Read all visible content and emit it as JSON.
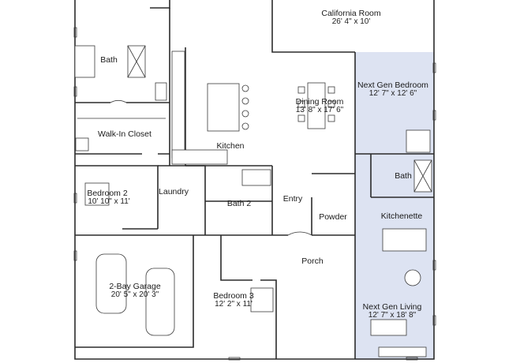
{
  "colors": {
    "next_gen_suite": "#dde3f2",
    "walls": "#2b2b2b"
  },
  "rooms": {
    "california_room": {
      "name": "California Room",
      "dims": "26' 4\" x 10'"
    },
    "bath_master": {
      "name": "Bath"
    },
    "walk_in_closet": {
      "name": "Walk-In Closet"
    },
    "dining_room": {
      "name": "Dining Room",
      "dims": "13' 8\" x 17' 6\""
    },
    "kitchen": {
      "name": "Kitchen"
    },
    "bedroom_2": {
      "name": "Bedroom 2",
      "dims": "10' 10\" x 11'"
    },
    "laundry": {
      "name": "Laundry"
    },
    "bath_2": {
      "name": "Bath 2"
    },
    "entry": {
      "name": "Entry"
    },
    "powder": {
      "name": "Powder"
    },
    "porch": {
      "name": "Porch"
    },
    "garage": {
      "name": "2-Bay Garage",
      "dims": "20' 5\" x 20' 3\""
    },
    "bedroom_3": {
      "name": "Bedroom 3",
      "dims": "12' 2\" x 11'"
    },
    "next_gen_bedroom": {
      "name": "Next Gen Bedroom",
      "dims": "12' 7\" x 12' 6\""
    },
    "next_gen_bath": {
      "name": "Bath"
    },
    "kitchenette": {
      "name": "Kitchenette"
    },
    "next_gen_living": {
      "name": "Next Gen Living",
      "dims": "12' 7\" x 18' 8\""
    }
  }
}
